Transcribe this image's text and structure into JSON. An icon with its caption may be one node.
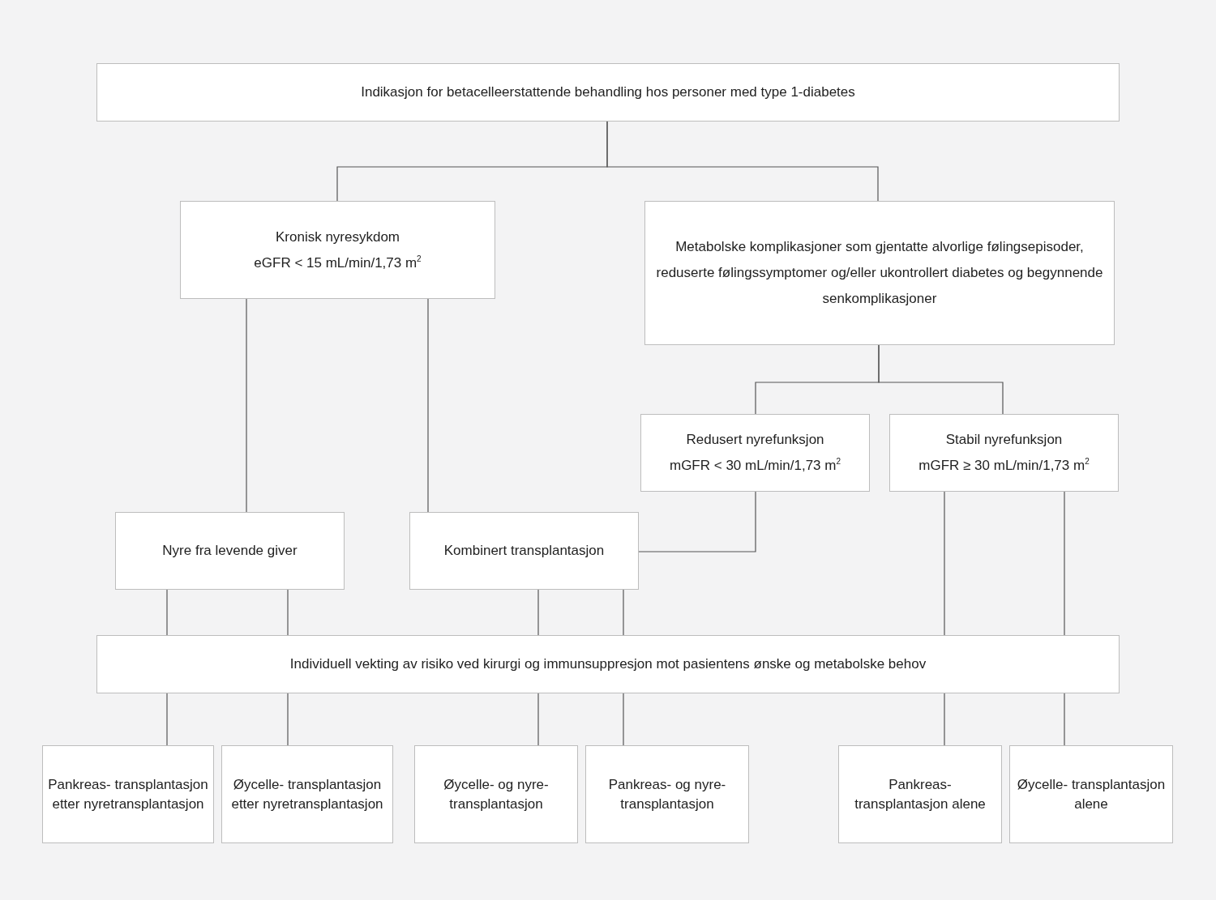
{
  "diagram": {
    "nodes": [
      {
        "text": [
          "Indikasjon for betacelleerstattende behandling hos personer med type 1-diabetes"
        ]
      },
      {
        "text": [
          "Kronisk nyresykdom",
          "eGFR < 15 mL/min/1,73 m$^{2}$"
        ]
      },
      {
        "text": [
          "Metabolske komplikasjoner som gjentatte alvorlige følingsepisoder, reduserte følingssymptomer og/eller ukontrollert diabetes og begynnende senkomplikasjoner"
        ]
      },
      {
        "text": [
          "Redusert nyrefunksjon",
          "mGFR < 30 mL/min/1,73 m$^{2}$"
        ]
      },
      {
        "text": [
          "Stabil nyrefunksjon",
          "mGFR ≥ 30 mL/min/1,73 m$^{2}$"
        ]
      },
      {
        "text": [
          "Nyre fra levende giver"
        ]
      },
      {
        "text": [
          "Kombinert transplantasjon"
        ]
      },
      {
        "text": [
          "Individuell vekting av risiko ved kirurgi og immunsuppresjon mot pasientens ønske og metabolske behov"
        ]
      },
      {
        "text": [
          "Pankreas- transplantasjon etter nyretransplantasjon"
        ]
      },
      {
        "text": [
          "Øycelle- transplantasjon etter nyretransplantasjon"
        ]
      },
      {
        "text": [
          "Øycelle- og nyre- transplantasjon"
        ]
      },
      {
        "text": [
          "Pankreas- og nyre- transplantasjon"
        ]
      },
      {
        "text": [
          "Pankreas- transplantasjon alene"
        ]
      },
      {
        "text": [
          "Øycelle- transplantasjon alene"
        ]
      }
    ],
    "edges": [
      {
        "from": 0,
        "to": 1,
        "arrow": "none"
      },
      {
        "from": 0,
        "to": 2,
        "arrow": "none"
      },
      {
        "from": 1,
        "to": 5,
        "arrow": "none"
      },
      {
        "from": 1,
        "to": 6,
        "arrow": "none"
      },
      {
        "from": 2,
        "to": 3,
        "arrow": "none"
      },
      {
        "from": 2,
        "to": 4,
        "arrow": "none"
      },
      {
        "from": 3,
        "to": 6,
        "arrow": "none"
      },
      {
        "from": 5,
        "to": 7,
        "arrow": "none"
      },
      {
        "from": 5,
        "to": 7,
        "arrow": "none"
      },
      {
        "from": 6,
        "to": 7,
        "arrow": "none"
      },
      {
        "from": 6,
        "to": 7,
        "arrow": "none"
      },
      {
        "from": 4,
        "to": 7,
        "arrow": "none"
      },
      {
        "from": 4,
        "to": 7,
        "arrow": "none"
      },
      {
        "from": 7,
        "to": 8,
        "arrow": "none"
      },
      {
        "from": 7,
        "to": 9,
        "arrow": "none"
      },
      {
        "from": 7,
        "to": 10,
        "arrow": "none"
      },
      {
        "from": 7,
        "to": 11,
        "arrow": "none"
      },
      {
        "from": 7,
        "to": 12,
        "arrow": "none"
      },
      {
        "from": 7,
        "to": 13,
        "arrow": "none"
      }
    ]
  }
}
